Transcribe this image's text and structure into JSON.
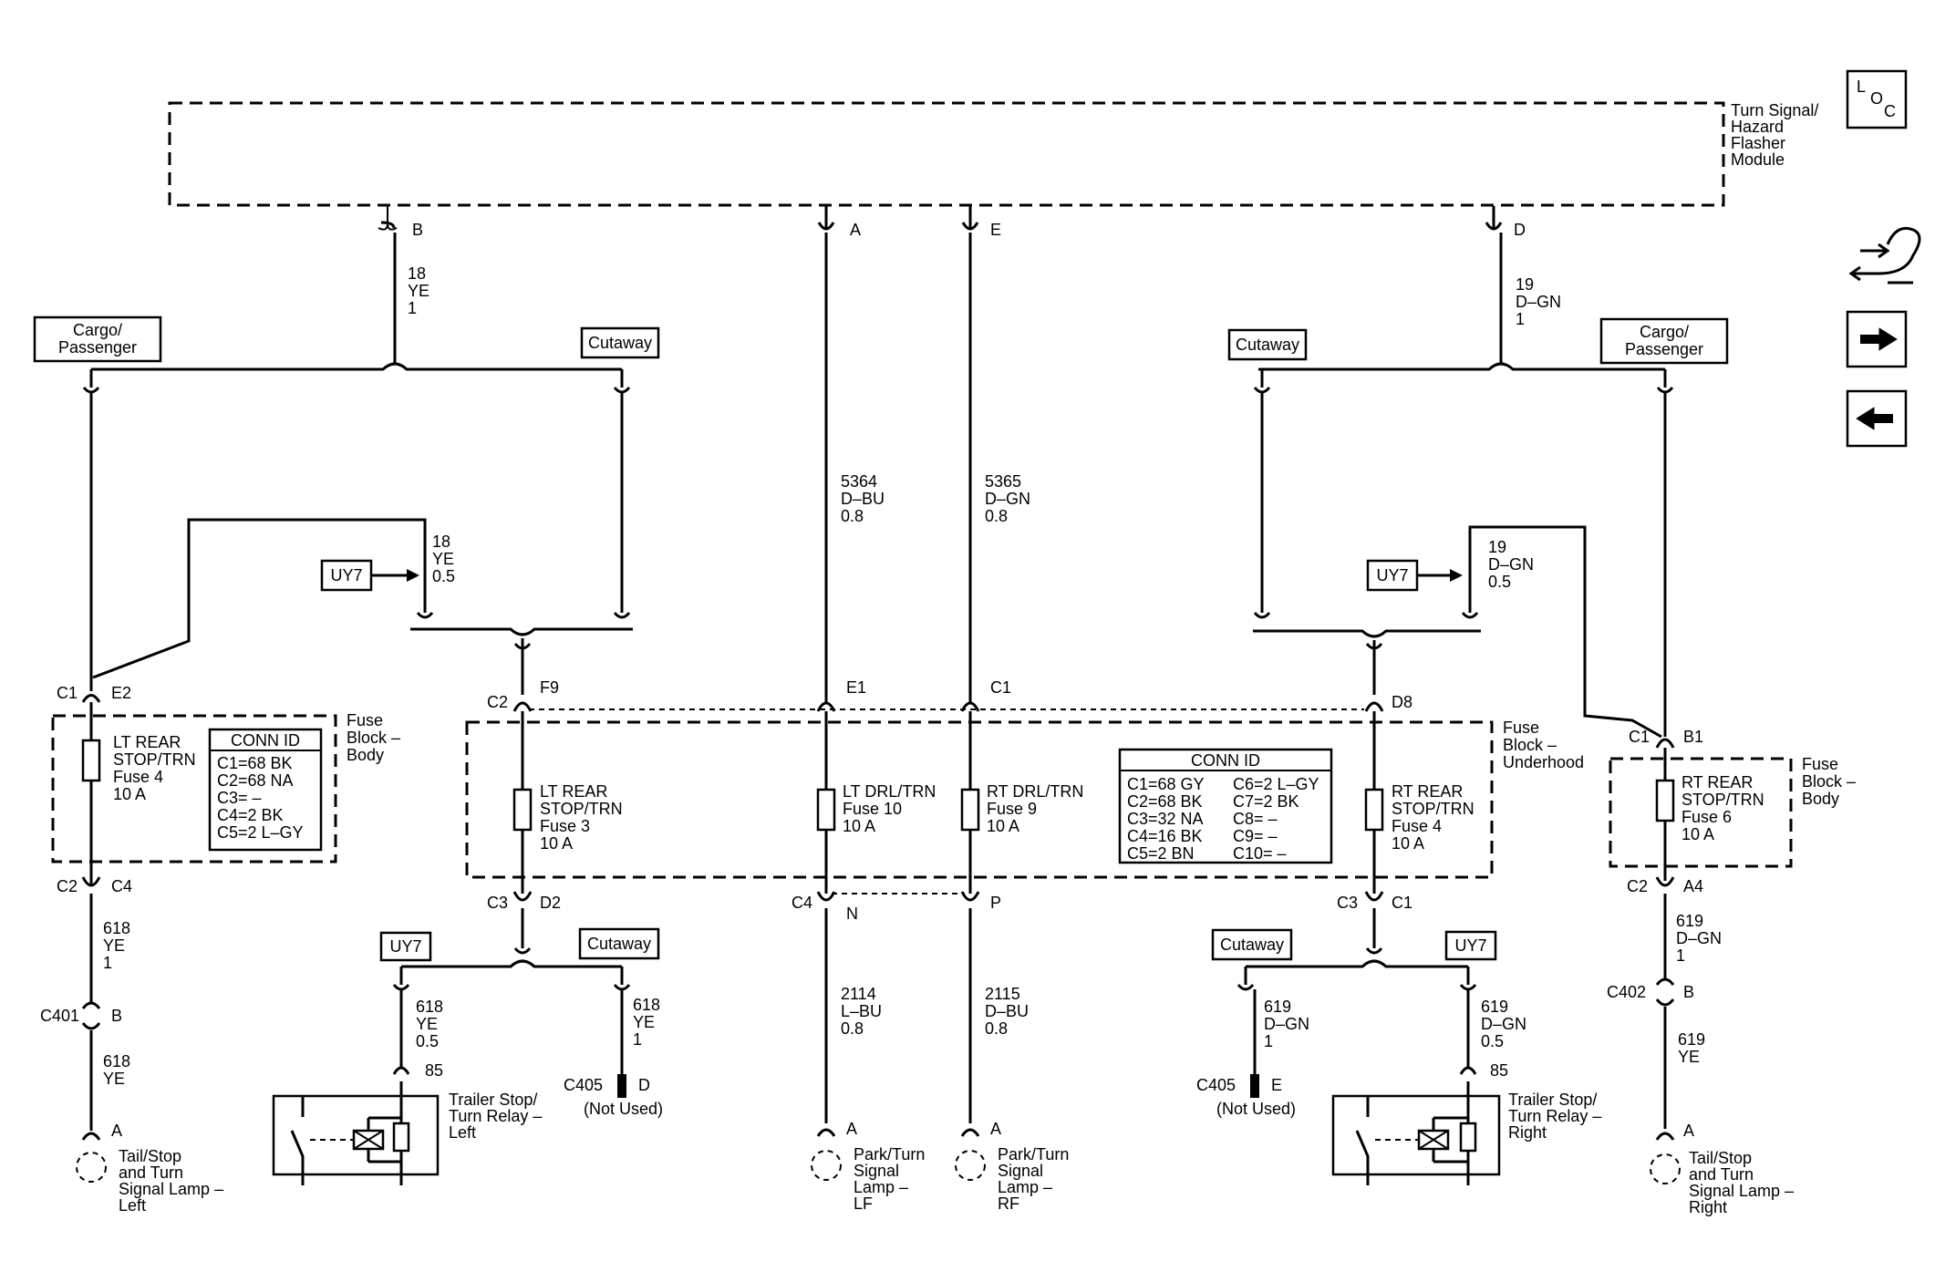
{
  "module": {
    "lines": [
      "Turn Signal/",
      "Hazard",
      "Flasher",
      "Module"
    ]
  },
  "module_pins": {
    "b": "B",
    "a": "A",
    "e": "E",
    "d": "D"
  },
  "wires": {
    "w18": [
      "18",
      "YE",
      "1"
    ],
    "w19": [
      "19",
      "D–GN",
      "1"
    ],
    "w18b": [
      "18",
      "YE",
      "0.5"
    ],
    "w19b": [
      "19",
      "D–GN",
      "0.5"
    ],
    "w5364": [
      "5364",
      "D–BU",
      "0.8"
    ],
    "w5365": [
      "5365",
      "D–GN",
      "0.8"
    ],
    "w618l": [
      "618",
      "YE",
      "1"
    ],
    "w618lb": [
      "618",
      "YE"
    ],
    "w618r": [
      "618",
      "YE",
      "0.5"
    ],
    "w618c": [
      "618",
      "YE",
      "1"
    ],
    "w619l": [
      "619",
      "D–GN",
      "1"
    ],
    "w619r": [
      "619",
      "D–GN",
      "0.5"
    ],
    "w619a": [
      "619",
      "D–GN",
      "1"
    ],
    "w619b": [
      "619",
      "YE"
    ],
    "w2114": [
      "2114",
      "L–BU",
      "0.8"
    ],
    "w2115": [
      "2115",
      "D–BU",
      "0.8"
    ]
  },
  "option_tags": {
    "cargo_l": [
      "Cargo/",
      "Passenger"
    ],
    "cargo_r": [
      "Cargo/",
      "Passenger"
    ],
    "cutaway": "Cutaway",
    "uy7": "UY7"
  },
  "connectors": {
    "c1": "C1",
    "c2": "C2",
    "c3": "C3",
    "c4": "C4",
    "e2": "E2",
    "f9": "F9",
    "e1": "E1",
    "d8": "D8",
    "b1": "B1",
    "pc4": "C4",
    "a4": "A4",
    "d2": "D2",
    "n": "N",
    "p": "P",
    "cc1": "C1",
    "c401": "C401",
    "c402": "C402",
    "c405": "C405",
    "b": "B",
    "a": "A",
    "d": "D",
    "e": "E",
    "p85": "85",
    "not_used": "(Not Used)"
  },
  "fuse_blocks": {
    "body": [
      "Fuse",
      "Block –",
      "Body"
    ],
    "underhood": [
      "Fuse",
      "Block –",
      "Underhood"
    ]
  },
  "fuses": {
    "lt_rear_body": [
      "LT REAR",
      "STOP/TRN",
      "Fuse 4",
      "10 A"
    ],
    "lt_rear_uh": [
      "LT REAR",
      "STOP/TRN",
      "Fuse 3",
      "10 A"
    ],
    "lt_drl": [
      "LT DRL/TRN",
      "Fuse 10",
      "10 A"
    ],
    "rt_drl": [
      "RT DRL/TRN",
      "Fuse 9",
      "10 A"
    ],
    "rt_rear_uh": [
      "RT REAR",
      "STOP/TRN",
      "Fuse 4",
      "10 A"
    ],
    "rt_rear_body": [
      "RT REAR",
      "STOP/TRN",
      "Fuse 6",
      "10 A"
    ]
  },
  "conn_id_body": {
    "title": "CONN ID",
    "rows": [
      "C1=68 BK",
      "C2=68 NA",
      "C3= –",
      "C4=2 BK",
      "C5=2 L–GY"
    ]
  },
  "conn_id_uh": {
    "title": "CONN ID",
    "left": [
      "C1=68 GY",
      "C2=68 BK",
      "C3=32 NA",
      "C4=16 BK",
      "C5=2 BN"
    ],
    "right": [
      "C6=2 L–GY",
      "C7=2 BK",
      "C8= –",
      "C9= –",
      "C10= –"
    ]
  },
  "relays": {
    "left": [
      "Trailer Stop/",
      "Turn Relay –",
      "Left"
    ],
    "right": [
      "Trailer Stop/",
      "Turn Relay –",
      "Right"
    ]
  },
  "lamps": {
    "tail_left": [
      "Tail/Stop",
      "and Turn",
      "Signal Lamp –",
      "Left"
    ],
    "tail_right": [
      "Tail/Stop",
      "and Turn",
      "Signal Lamp –",
      "Right"
    ],
    "park_lf": [
      "Park/Turn",
      "Signal",
      "Lamp –",
      "LF"
    ],
    "park_rf": [
      "Park/Turn",
      "Signal",
      "Lamp –",
      "RF"
    ]
  },
  "loc_icon": {
    "letters": [
      "L",
      "O",
      "C"
    ]
  },
  "nav_icons": [
    "wiring-harness-icon",
    "arrow-right-icon",
    "arrow-left-icon"
  ]
}
